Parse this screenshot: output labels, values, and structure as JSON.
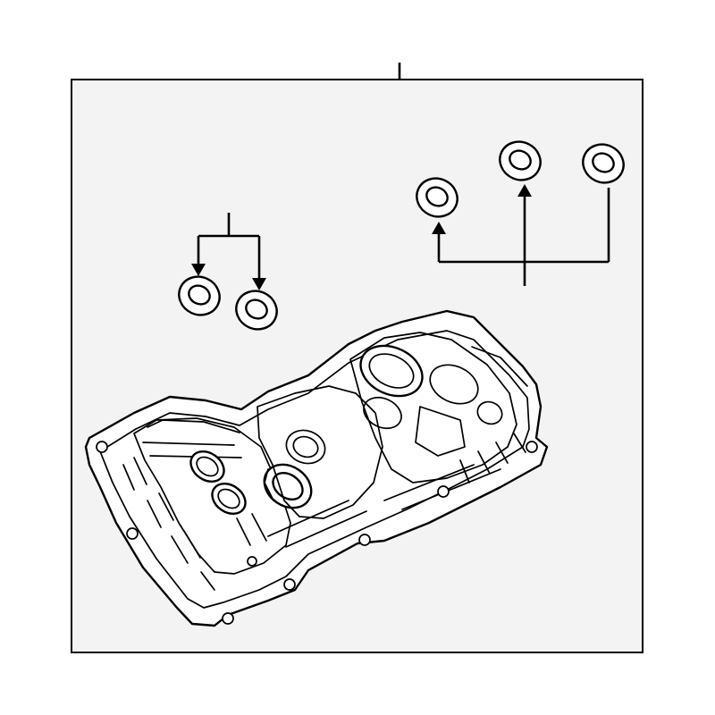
{
  "diagram": {
    "background_color": "#ffffff",
    "panel_color": "#f3f3f3",
    "line_color": "#000000",
    "parts": [
      {
        "name": "valve-cover-assembly",
        "callout": ""
      },
      {
        "name": "left-seal-rings",
        "count": 2
      },
      {
        "name": "right-seal-rings",
        "count": 3
      }
    ]
  }
}
